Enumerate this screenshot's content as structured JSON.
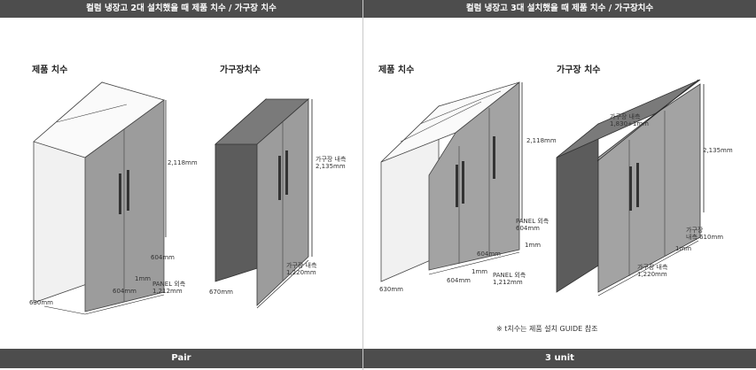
{
  "left": {
    "header": "컬럼 냉장고 2대 설치했을 때 제품 치수 / 가구장 치수",
    "product_title": "제품 치수",
    "cabinet_title": "가구장치수",
    "dims": {
      "product_height": "2,118mm",
      "depth": "630mm",
      "gap": "1mm",
      "door_width_1": "604mm",
      "door_width_2": "604mm",
      "panel_outer": "PANEL 외측\n1,212mm",
      "cabinet_depth": "670mm",
      "cabinet_inner_height": "가구장 내측\n2,135mm",
      "cabinet_inner_width": "가구장 내측\n1,220mm"
    },
    "footer": "Pair"
  },
  "right": {
    "header": "컬럼 냉장고 3대 설치했을 때 제품 치수 / 가구장치수",
    "product_title": "제품 치수",
    "cabinet_title": "가구장 치수",
    "dims": {
      "product_height": "2,118mm",
      "panel_outer_top": "PANEL 외측\n604mm",
      "gap_top": "1mm",
      "door_width_1": "604mm",
      "door_width_2": "604mm",
      "gap_mid": "1mm",
      "panel_outer": "PANEL 외측\n1,212mm",
      "depth": "630mm",
      "cabinet_inner_top": "가구장 내측\n1,830+1mm",
      "cabinet_height": "2,135mm",
      "cabinet_inner_side": "가구장\n내측 610mm",
      "cabinet_gap": "1mm",
      "cabinet_inner_width": "가구장 내측\n1,220mm"
    },
    "note": "※ t치수는 제품 설치 GUIDE 참조",
    "footer": "3 unit"
  }
}
